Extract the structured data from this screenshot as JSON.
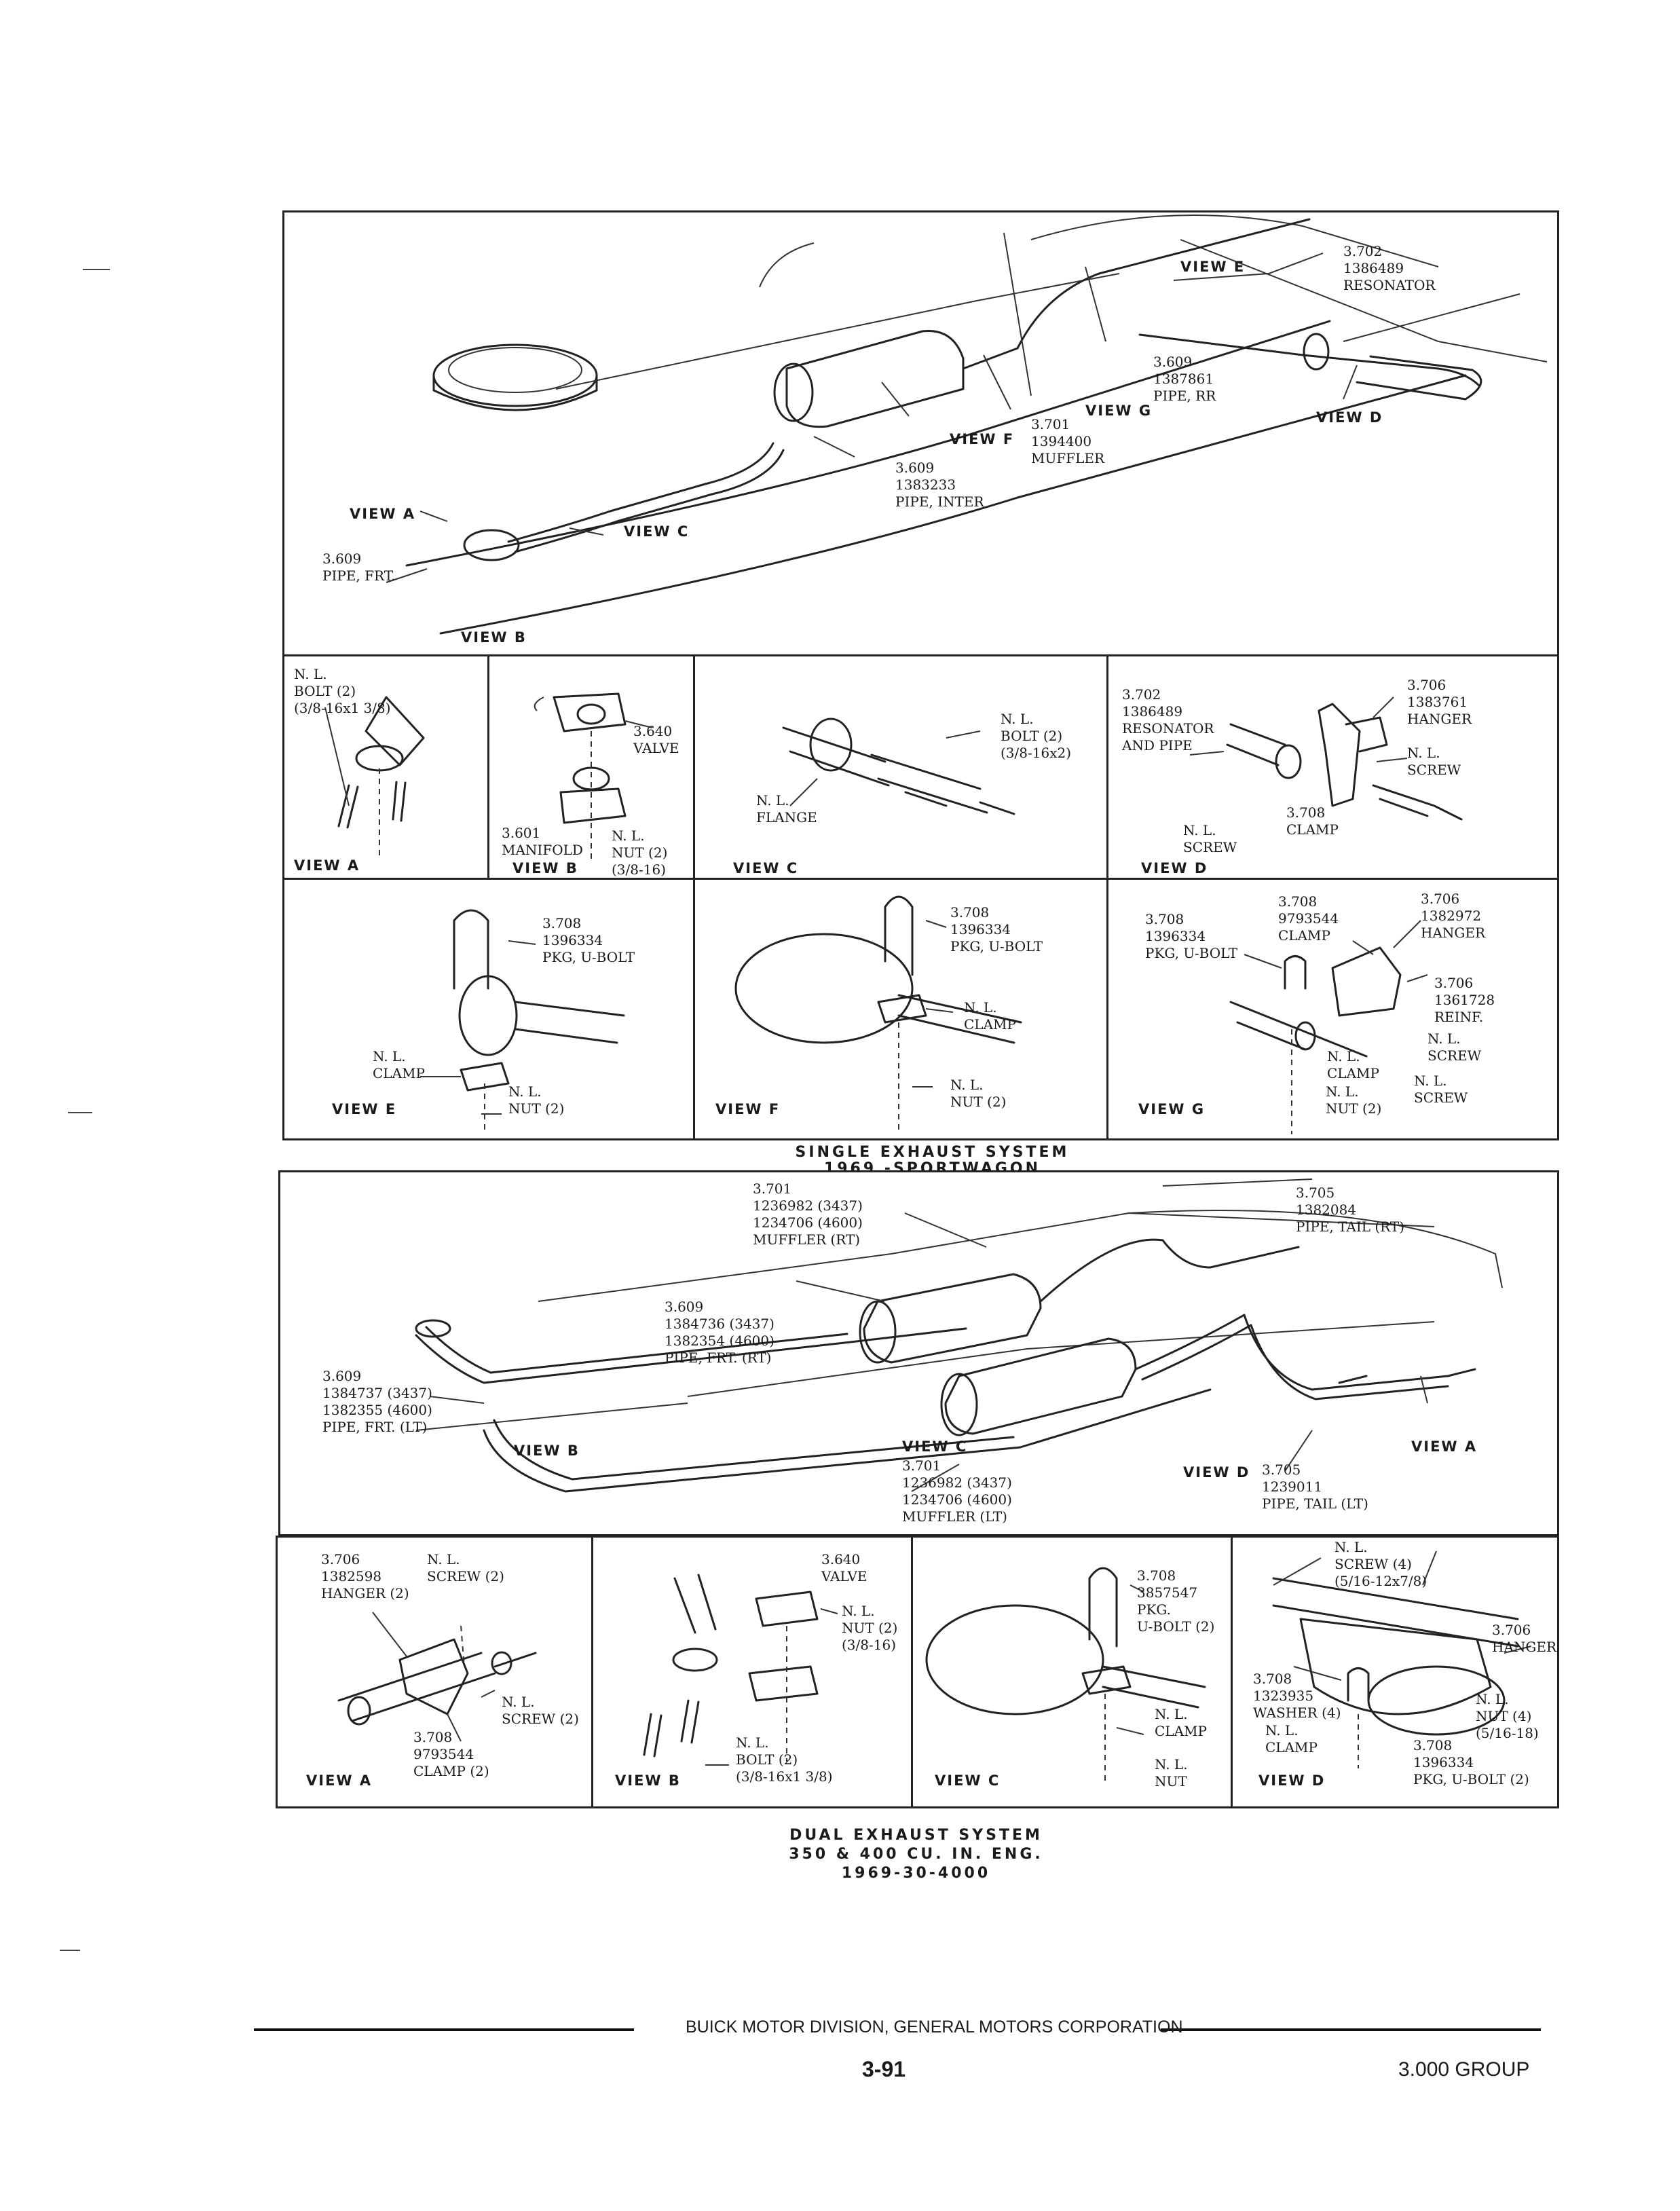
{
  "single": {
    "top": {
      "callouts": [
        {
          "id": "resonator",
          "text": "3.702\n1386489\nRESONATOR"
        },
        {
          "id": "pipe-rr",
          "text": "3.609\n1387861\nPIPE, RR"
        },
        {
          "id": "muffler",
          "text": "3.701\n1394400\nMUFFLER"
        },
        {
          "id": "pipe-inter",
          "text": "3.609\n1383233\nPIPE, INTER"
        },
        {
          "id": "pipe-frt",
          "text": "3.609\nPIPE, FRT."
        }
      ],
      "views": [
        "VIEW E",
        "VIEW G",
        "VIEW D",
        "VIEW F",
        "VIEW A",
        "VIEW C",
        "VIEW B"
      ]
    },
    "row1": [
      {
        "view": "VIEW A",
        "labels": [
          "N. L.\nBOLT (2)\n(3/8-16x1 3/8)"
        ]
      },
      {
        "view": "VIEW B",
        "labels": [
          "3.640\nVALVE",
          "3.601\nMANIFOLD",
          "N. L.\nNUT (2)\n(3/8-16)"
        ]
      },
      {
        "view": "VIEW C",
        "labels": [
          "N. L.\nBOLT (2)\n(3/8-16x2)",
          "N. L.\nFLANGE"
        ]
      },
      {
        "view": "VIEW D",
        "labels": [
          "3.702\n1386489\nRESONATOR\nAND PIPE",
          "3.706\n1383761\nHANGER",
          "N. L.\nSCREW",
          "3.708\nCLAMP",
          "N. L.\nSCREW"
        ]
      }
    ],
    "row2": [
      {
        "view": "VIEW E",
        "labels": [
          "3.708\n1396334\nPKG, U-BOLT",
          "N. L.\nCLAMP",
          "N. L.\nNUT (2)"
        ]
      },
      {
        "view": "VIEW F",
        "labels": [
          "3.708\n1396334\nPKG, U-BOLT",
          "N. L.\nCLAMP",
          "N. L.\nNUT (2)"
        ]
      },
      {
        "view": "VIEW G",
        "labels": [
          "3.708\n9793544\nCLAMP",
          "3.706\n1382972\nHANGER",
          "3.708\n1396334\nPKG, U-BOLT",
          "3.706\n1361728\nREINF.",
          "N. L.\nSCREW",
          "N. L.\nCLAMP",
          "N. L.\nSCREW",
          "N. L.\nNUT (2)"
        ]
      }
    ],
    "caption": [
      "SINGLE EXHAUST SYSTEM",
      "1969 -SPORTWAGON"
    ]
  },
  "dual": {
    "top": {
      "callouts": [
        {
          "id": "muffler-rt",
          "text": "3.701\n1236982 (3437)\n1234706 (4600)\nMUFFLER (RT)"
        },
        {
          "id": "pipe-tail-rt",
          "text": "3.705\n1382084\nPIPE, TAIL (RT)"
        },
        {
          "id": "pipe-frt-rt",
          "text": "3.609\n1384736 (3437)\n1382354 (4600)\nPIPE, FRT. (RT)"
        },
        {
          "id": "pipe-frt-lt",
          "text": "3.609\n1384737 (3437)\n1382355 (4600)\nPIPE, FRT. (LT)"
        },
        {
          "id": "muffler-lt",
          "text": "3.701\n1236982 (3437)\n1234706 (4600)\nMUFFLER (LT)"
        },
        {
          "id": "pipe-tail-lt",
          "text": "3.705\n1239011\nPIPE, TAIL (LT)"
        }
      ],
      "views": [
        "VIEW B",
        "VIEW C",
        "VIEW D",
        "VIEW A"
      ]
    },
    "row": [
      {
        "view": "VIEW A",
        "labels": [
          "3.706\n1382598\nHANGER (2)",
          "N. L.\nSCREW (2)",
          "N. L.\nSCREW (2)",
          "3.708\n9793544\nCLAMP (2)"
        ]
      },
      {
        "view": "VIEW B",
        "labels": [
          "3.640\nVALVE",
          "N. L.\nNUT (2)\n(3/8-16)",
          "N. L.\nBOLT (2)\n(3/8-16x1 3/8)"
        ]
      },
      {
        "view": "VIEW C",
        "labels": [
          "3.708\n3857547\nPKG.\nU-BOLT (2)",
          "N. L.\nCLAMP",
          "N. L.\nNUT"
        ]
      },
      {
        "view": "VIEW D",
        "labels": [
          "N. L.\nSCREW (4)\n(5/16-12x7/8)",
          "3.706\nHANGER",
          "3.708\n1323935\nWASHER (4)",
          "N. L.\nNUT (4)\n(5/16-18)",
          "N. L.\nCLAMP",
          "3.708\n1396334\nPKG, U-BOLT (2)"
        ]
      }
    ],
    "caption": [
      "DUAL EXHAUST SYSTEM",
      "350 & 400 CU. IN. ENG.",
      "1969-30-4000"
    ]
  },
  "footer": {
    "division": "BUICK MOTOR DIVISION, GENERAL MOTORS CORPORATION",
    "page": "3-91",
    "group": "3.000 GROUP"
  }
}
